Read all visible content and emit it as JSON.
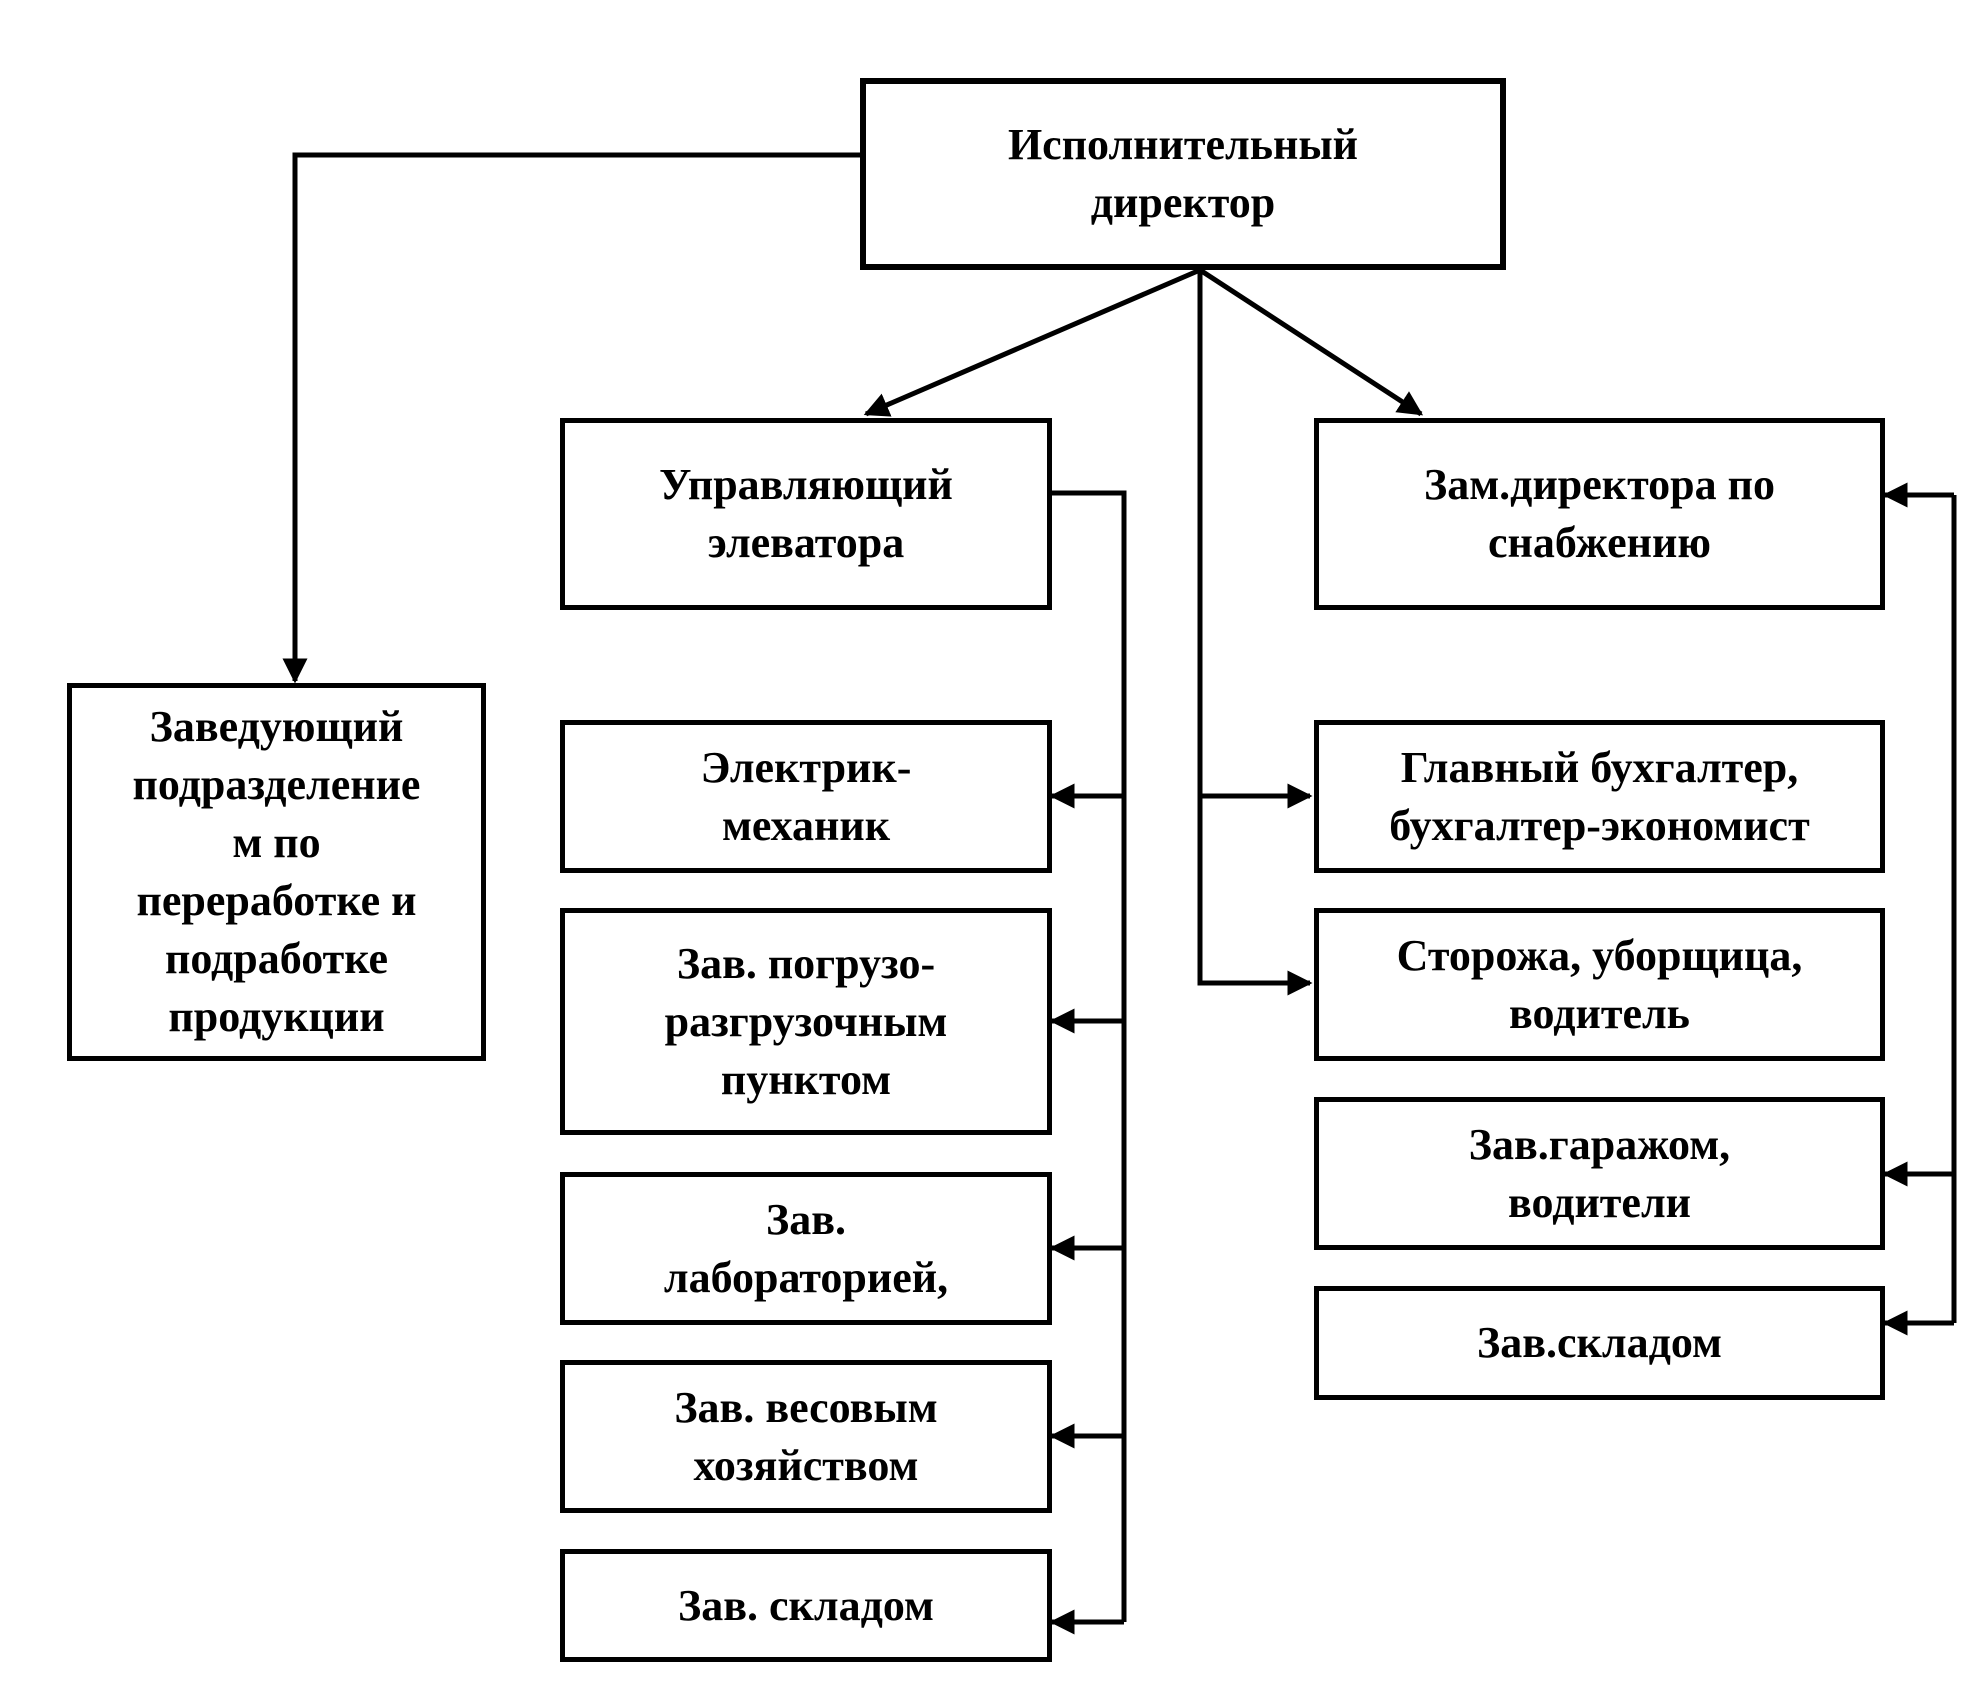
{
  "nodes": {
    "director": "Исполнительный\nдиректор",
    "manager": "Управляющий\nэлеватора",
    "deputy": "Зам.директора по\nснабжению",
    "head_processing": "Заведующий\nподразделение\nм по\nпереработке и\nподработке\nпродукции",
    "electrician": "Электрик-\nмеханик",
    "loading": "Зав. погрузо-\nразгрузочным\nпунктом",
    "lab": "Зав.\nлабораторией,",
    "weighing": "Зав. весовым\nхозяйством",
    "warehouse_left": "Зав. складом",
    "accountant": "Главный бухгалтер,\nбухгалтер-экономист",
    "guards": "Сторожа, уборщица,\nводитель",
    "garage": "Зав.гаражом,\nводители",
    "warehouse_right": "Зав.складом"
  },
  "colors": {
    "line": "#000000",
    "background": "#ffffff"
  }
}
